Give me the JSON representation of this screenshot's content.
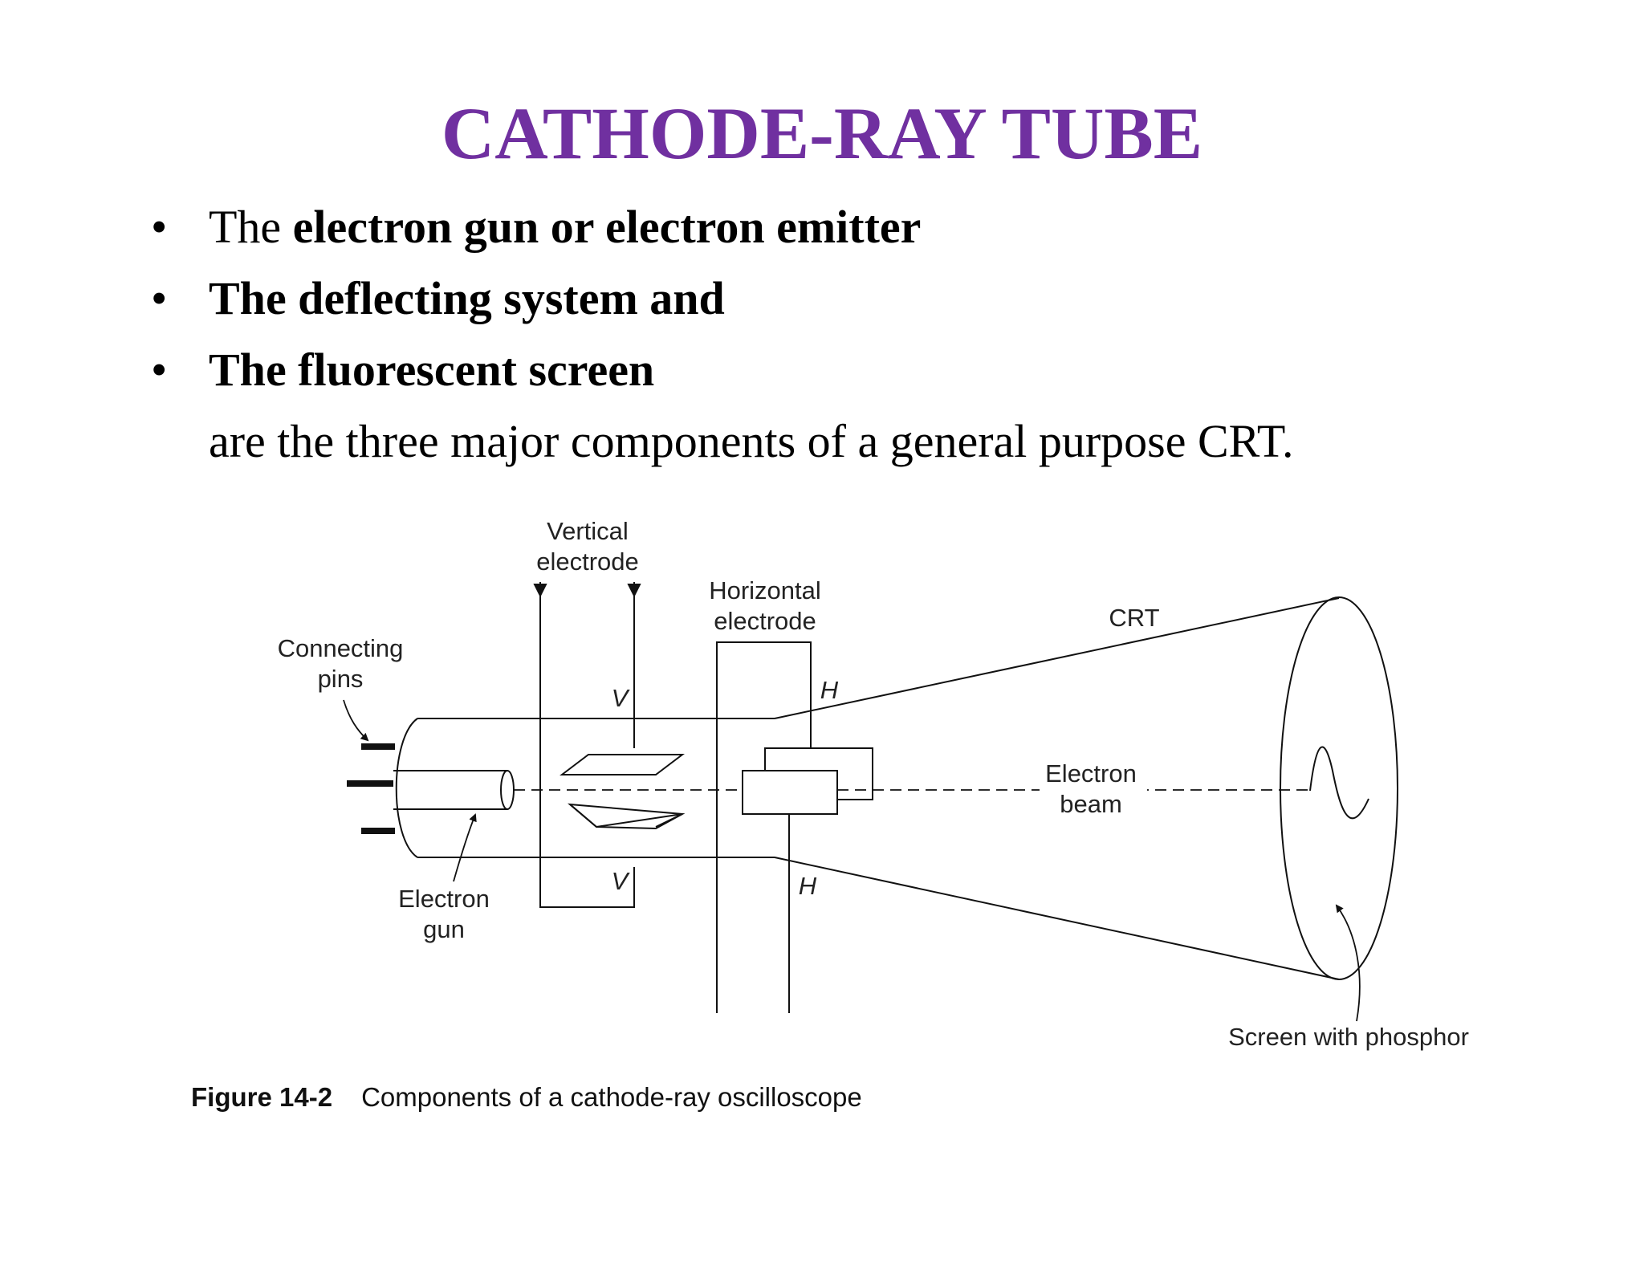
{
  "title": "CATHODE-RAY TUBE",
  "bullets": [
    {
      "marker": "•",
      "plain": "The ",
      "bold": "electron gun or electron emitter"
    },
    {
      "marker": "•",
      "plain": "",
      "bold": "The deflecting system and"
    },
    {
      "marker": "•",
      "plain": "",
      "bold": "The fluorescent screen"
    }
  ],
  "continuation": "are the three major components of a general purpose CRT.",
  "diagram": {
    "labels": {
      "vertical_line1": "Vertical",
      "vertical_line2": "electrode",
      "horizontal_line1": "Horizontal",
      "horizontal_line2": "electrode",
      "crt": "CRT",
      "pins_line1": "Connecting",
      "pins_line2": "pins",
      "v_top": "V",
      "v_bottom": "V",
      "h_top": "H",
      "h_bottom": "H",
      "beam_line1": "Electron",
      "beam_line2": "beam",
      "gun_line1": "Electron",
      "gun_line2": "gun",
      "screen": "Screen with phosphor"
    }
  },
  "caption": {
    "number": "Figure 14-2",
    "text": "Components of a cathode-ray oscilloscope"
  }
}
